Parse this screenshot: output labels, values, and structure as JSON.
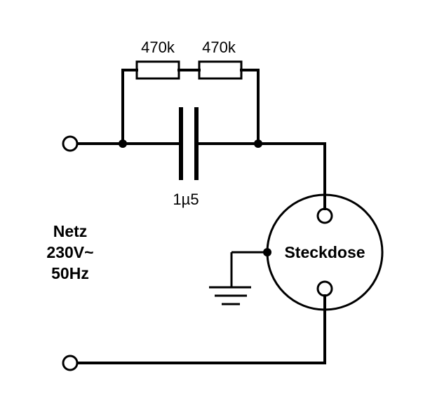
{
  "components": {
    "resistor_1": {
      "value": "470k"
    },
    "resistor_2": {
      "value": "470k"
    },
    "capacitor": {
      "value": "1µ5"
    },
    "socket": {
      "label": "Steckdose"
    }
  },
  "source": {
    "line1": "Netz",
    "line2": "230V~",
    "line3": "50Hz"
  }
}
